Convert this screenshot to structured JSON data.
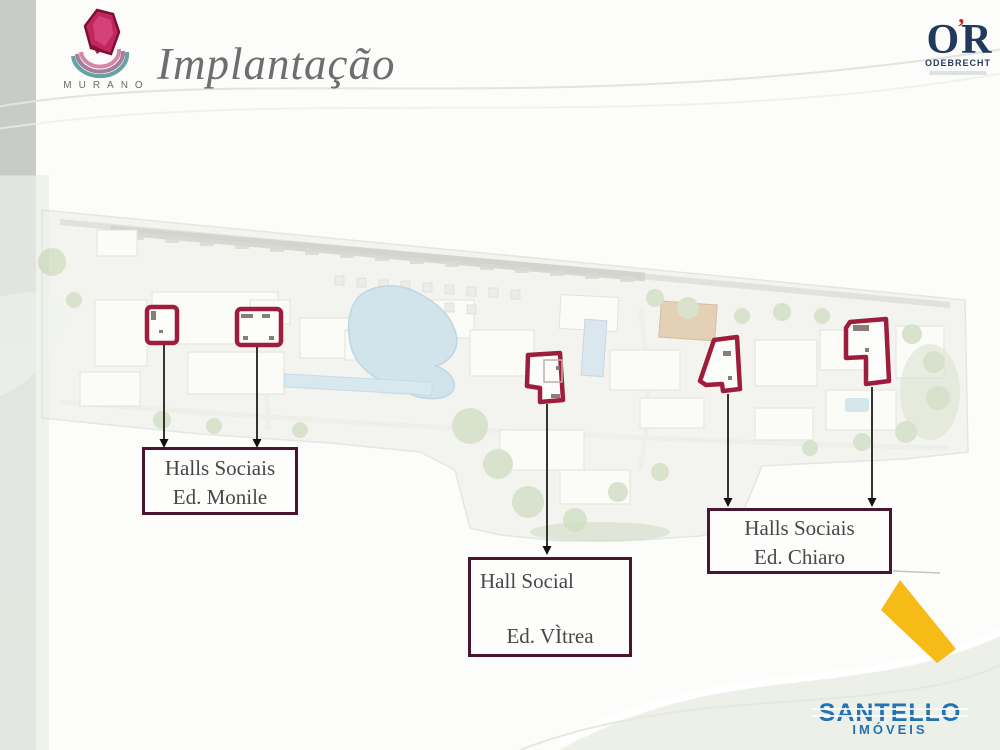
{
  "header": {
    "brand": {
      "name": "MURANO"
    },
    "title": "Implantação",
    "odebrecht": {
      "o": "O",
      "apos": "’",
      "r": "R",
      "name": "ODEBRECHT"
    }
  },
  "labels": [
    {
      "id": "monile",
      "line1": "Halls Sociais",
      "line2": "Ed. Monile"
    },
    {
      "id": "vitrea",
      "line1": "Hall Social",
      "line2": "Ed. VÌtrea"
    },
    {
      "id": "chiaro",
      "line1": "Halls Sociais",
      "line2": "Ed. Chiaro"
    }
  ],
  "footer": {
    "agency_name": "SANTELLO",
    "agency_sub": "IMÓVEIS"
  },
  "colors": {
    "box_border": "#4a1530",
    "highlight_outline": "#9e1d3d",
    "santello_blue": "#2173b4",
    "ribbon_yellow": "#f6bb17",
    "odebrecht_navy": "#20395c",
    "gem_pink": "#c2265e",
    "title_gray": "#6e6e6e"
  }
}
